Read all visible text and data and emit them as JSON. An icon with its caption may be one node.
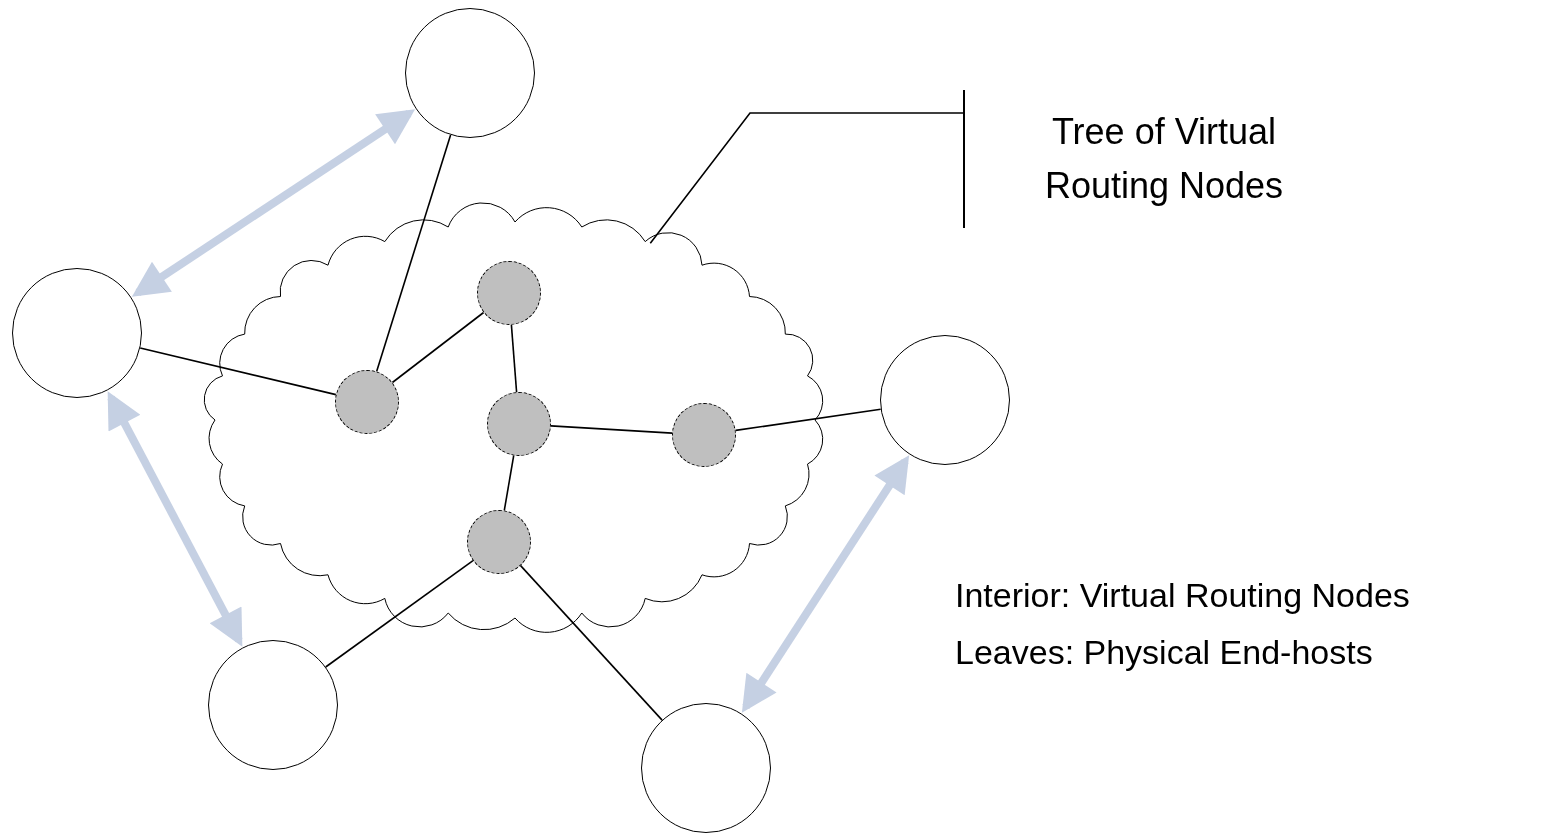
{
  "diagram": {
    "nodes": [
      {
        "text": [],
        "shape": "cloud"
      },
      {
        "text": [],
        "shape": "circle",
        "in": 0
      },
      {
        "text": [],
        "shape": "circle",
        "in": 0
      },
      {
        "text": [],
        "shape": "circle",
        "in": 0
      },
      {
        "text": [],
        "shape": "circle",
        "in": 0
      },
      {
        "text": [],
        "shape": "circle",
        "in": 0
      },
      {
        "text": [],
        "shape": "circle"
      },
      {
        "text": [],
        "shape": "circle"
      },
      {
        "text": [],
        "shape": "circle"
      },
      {
        "text": [],
        "shape": "circle"
      },
      {
        "text": [],
        "shape": "circle"
      },
      {
        "text": [
          "Tree of Virtual Routing Nodes"
        ]
      }
    ],
    "edges": [
      {
        "from": 6,
        "to": 2,
        "arrow": "none"
      },
      {
        "from": 7,
        "to": 2,
        "arrow": "none"
      },
      {
        "from": 2,
        "to": 1,
        "arrow": "none"
      },
      {
        "from": 1,
        "to": 3,
        "arrow": "none"
      },
      {
        "from": 3,
        "to": 4,
        "arrow": "none"
      },
      {
        "from": 4,
        "to": 8,
        "arrow": "none"
      },
      {
        "from": 3,
        "to": 5,
        "arrow": "none"
      },
      {
        "from": 5,
        "to": 9,
        "arrow": "none"
      },
      {
        "from": 5,
        "to": 10,
        "arrow": "none"
      },
      {
        "from": 6,
        "to": 7,
        "arrow": "both",
        "style": "thick",
        "color": "#c5d0e3"
      },
      {
        "from": 7,
        "to": 9,
        "arrow": "both",
        "style": "thick",
        "color": "#c5d0e3"
      },
      {
        "from": 8,
        "to": 10,
        "arrow": "both",
        "style": "thick",
        "color": "#c5d0e3"
      },
      {
        "from": 11,
        "to": 0,
        "arrow": "none"
      }
    ],
    "labels": [
      "Interior: Virtual Routing Nodes",
      "Leaves: Physical End-hosts"
    ]
  }
}
